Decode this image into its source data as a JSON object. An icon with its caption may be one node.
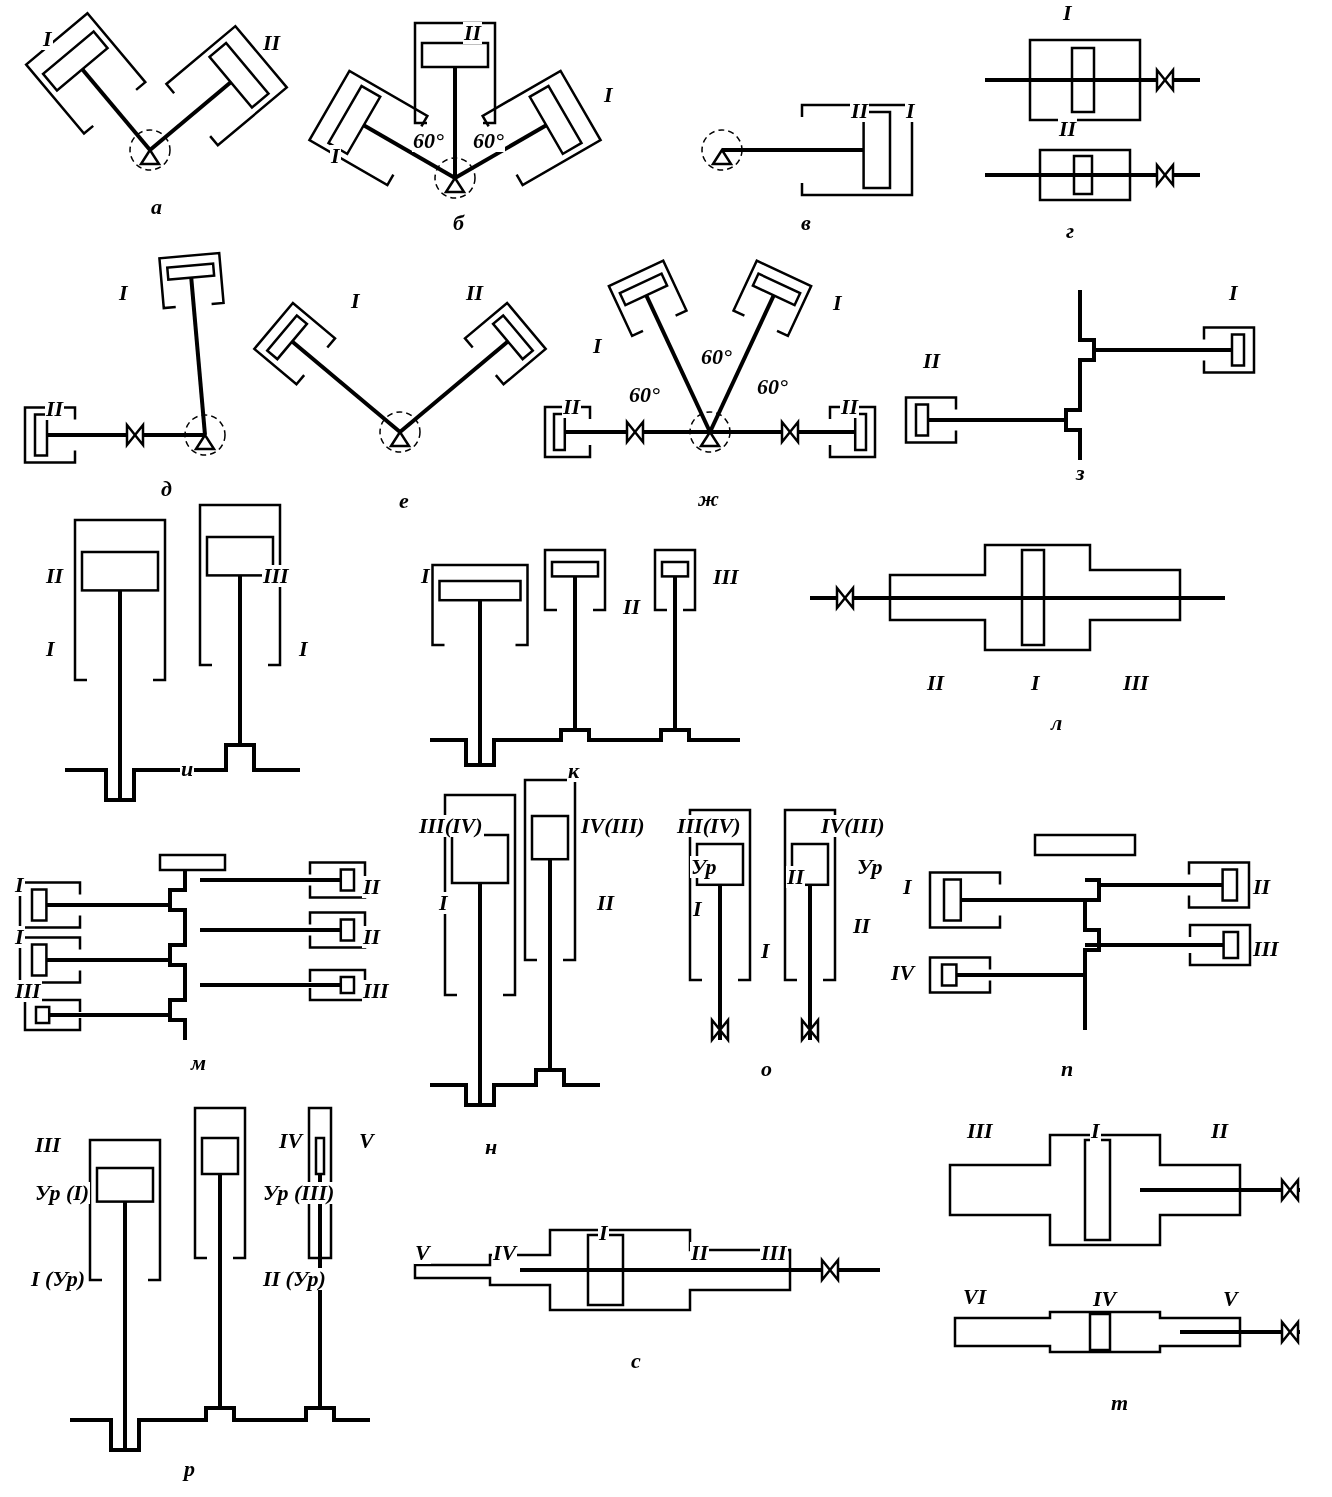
{
  "diagram": {
    "labels": [
      "I",
      "II",
      "а",
      "II",
      "I",
      "I",
      "60°",
      "60°",
      "б",
      "II",
      "I",
      "в",
      "I",
      "II",
      "г",
      "I",
      "II",
      "д",
      "I",
      "II",
      "е",
      "I",
      "I",
      "60°",
      "60°",
      "60°",
      "II",
      "II",
      "ж",
      "II",
      "I",
      "з",
      "II",
      "III",
      "I",
      "I",
      "и",
      "I",
      "II",
      "III",
      "к",
      "II",
      "I",
      "III",
      "л",
      "I",
      "II",
      "I",
      "II",
      "III",
      "III",
      "м",
      "III(IV)",
      "IV(III)",
      "I",
      "II",
      "н",
      "III(IV)",
      "IV(III)",
      "Ур",
      "Ур",
      "I",
      "II",
      "II",
      "I",
      "о",
      "I",
      "II",
      "III",
      "IV",
      "п",
      "III",
      "IV",
      "V",
      "Ур (I)",
      "Ур (III)",
      "I (Ур)",
      "II (Ур)",
      "р",
      "V",
      "IV",
      "I",
      "II",
      "III",
      "с",
      "III",
      "I",
      "II",
      "VI",
      "IV",
      "V",
      "т"
    ]
  }
}
